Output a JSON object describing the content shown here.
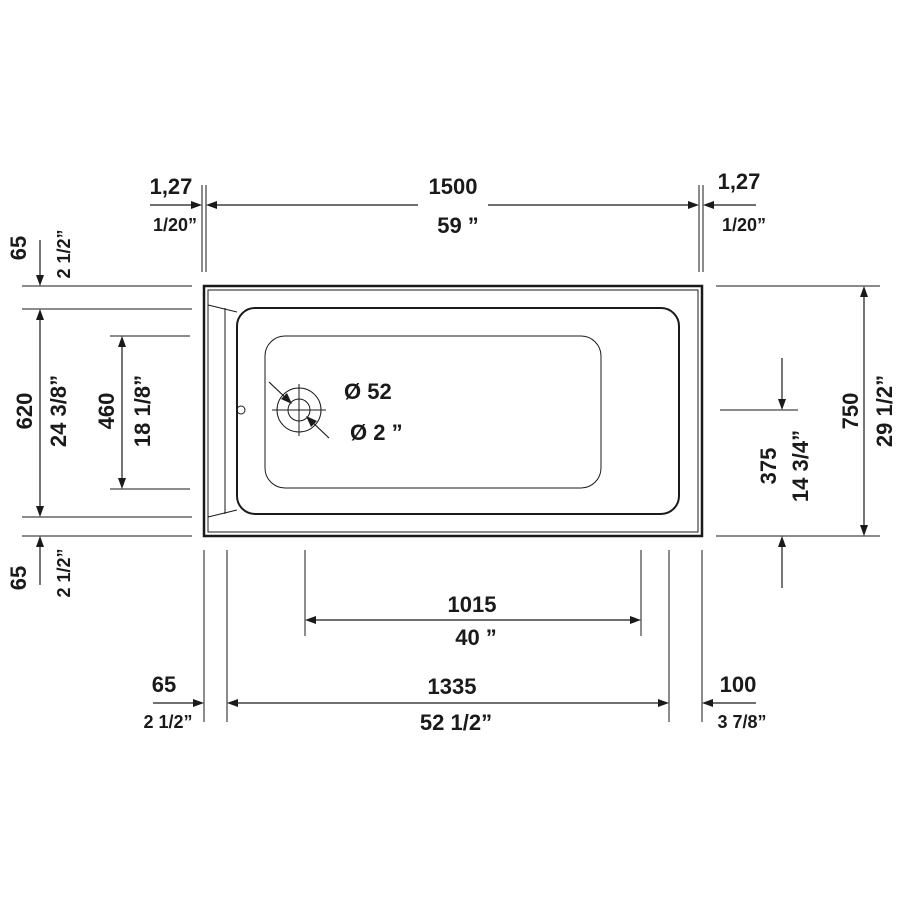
{
  "dimensions": {
    "rim_left_mm": "1,27",
    "rim_left_in": "1/20”",
    "overall_length_mm": "1500",
    "overall_length_in": "59 ”",
    "rim_right_mm": "1,27",
    "rim_right_in": "1/20”",
    "top_edge_mm": "65",
    "top_edge_in": "2 1/2”",
    "inner_width_mm": "620",
    "inner_width_in": "24 3/8”",
    "floor_width_mm": "460",
    "floor_width_in": "18 1/8”",
    "bottom_edge_mm": "65",
    "bottom_edge_in": "2 1/2”",
    "overall_width_mm": "750",
    "overall_width_in": "29 1/2”",
    "drain_offset_mm": "375",
    "drain_offset_in": "14 3/4”",
    "drain_diameter_mm": "Ø 52",
    "drain_diameter_in": "Ø 2 ”",
    "floor_length_mm": "1015",
    "floor_length_in": "40 ”",
    "left_edge_mm": "65",
    "left_edge_in": "2 1/2”",
    "inner_length_mm": "1335",
    "inner_length_in": "52 1/2”",
    "right_edge_mm": "100",
    "right_edge_in": "3 7/8”"
  }
}
